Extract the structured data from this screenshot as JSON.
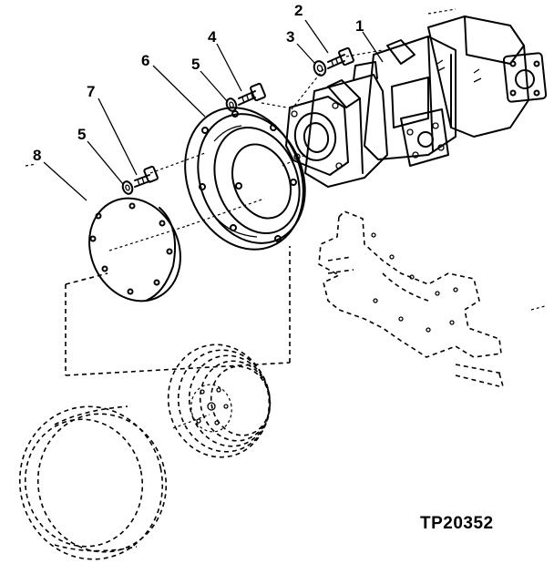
{
  "callouts": {
    "c1": "1",
    "c2": "2",
    "c3": "3",
    "c4": "4",
    "c5a": "5",
    "c5b": "5",
    "c6": "6",
    "c7": "7",
    "c8": "8"
  },
  "figure_id": "TP20352"
}
